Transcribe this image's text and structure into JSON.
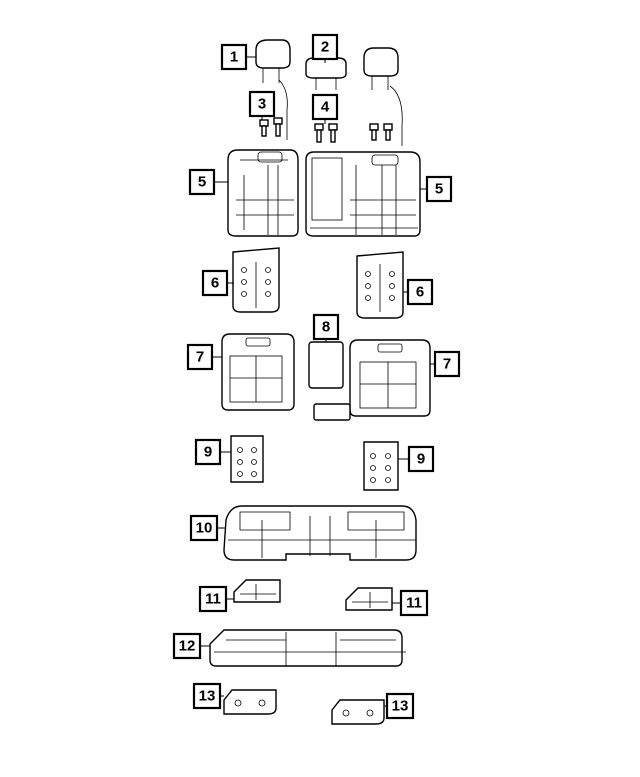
{
  "diagram": {
    "callouts": {
      "c1": "1",
      "c2": "2",
      "c3": "3",
      "c4": "4",
      "c5a": "5",
      "c5b": "5",
      "c6a": "6",
      "c6b": "6",
      "c7a": "7",
      "c7b": "7",
      "c8": "8",
      "c9a": "9",
      "c9b": "9",
      "c10": "10",
      "c11a": "11",
      "c11b": "11",
      "c12": "12",
      "c13a": "13",
      "c13b": "13"
    }
  }
}
